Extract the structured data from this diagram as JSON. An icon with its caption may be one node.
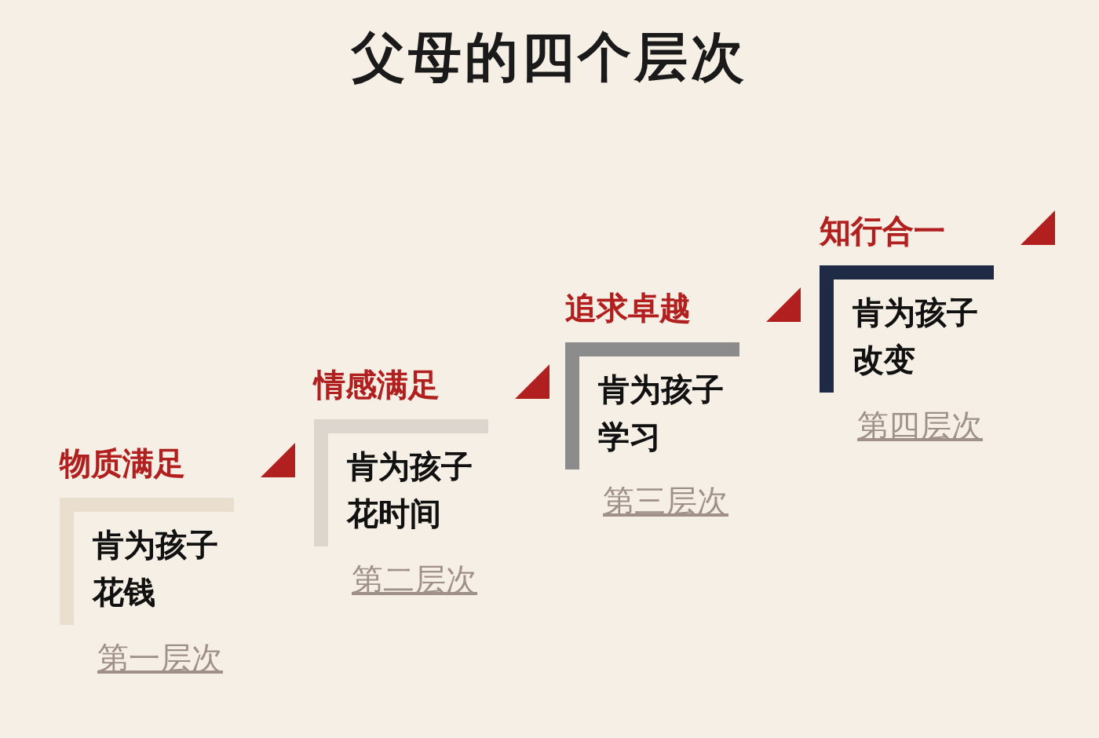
{
  "diagram": {
    "title": "父母的四个层次",
    "nodes": [
      {
        "text": [
          "物质满足",
          "肯为孩子花钱"
        ]
      },
      {
        "text": [
          "情感满足",
          "肯为孩子花时间"
        ]
      },
      {
        "text": [
          "追求卓越",
          "肯为孩子学习"
        ]
      },
      {
        "text": [
          "知行合一",
          "肯为孩子改变"
        ]
      }
    ],
    "edges": [],
    "labels": [
      "第四层次",
      "第三层次",
      "第二层次",
      "第一层次"
    ]
  }
}
